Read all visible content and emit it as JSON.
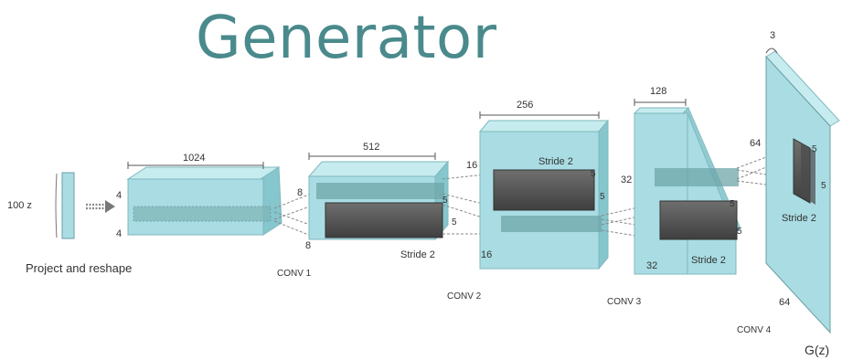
{
  "title": "Generator",
  "input": {
    "label": "100 z"
  },
  "project_label": "Project and reshape",
  "layers": [
    {
      "name": "",
      "top_dim": "1024",
      "left_top": "4",
      "left_bottom": "4",
      "stride": ""
    },
    {
      "name": "CONV 1",
      "top_dim": "512",
      "left_top": "8",
      "left_bottom": "8",
      "stride": "Stride 2",
      "kernel_a": "5",
      "kernel_b": "5"
    },
    {
      "name": "CONV 2",
      "top_dim": "256",
      "left_top": "16",
      "left_bottom": "16",
      "stride": "Stride 2",
      "kernel_a": "5",
      "kernel_b": "5"
    },
    {
      "name": "CONV 3",
      "top_dim": "128",
      "left_top": "32",
      "left_bottom": "32",
      "stride": "Stride 2",
      "kernel_a": "5",
      "kernel_b": "5"
    },
    {
      "name": "CONV 4",
      "top_dim": "3",
      "left_top": "64",
      "left_bottom": "64",
      "stride": "Stride 2",
      "kernel_a": "5",
      "kernel_b": "5"
    }
  ],
  "output_label": "G(z)",
  "colors": {
    "title": "#4a8a8c",
    "tensor_front": "#a9dde3",
    "tensor_top": "#c6ecef",
    "tensor_side": "#86c6cd",
    "kernel": "#555555"
  }
}
